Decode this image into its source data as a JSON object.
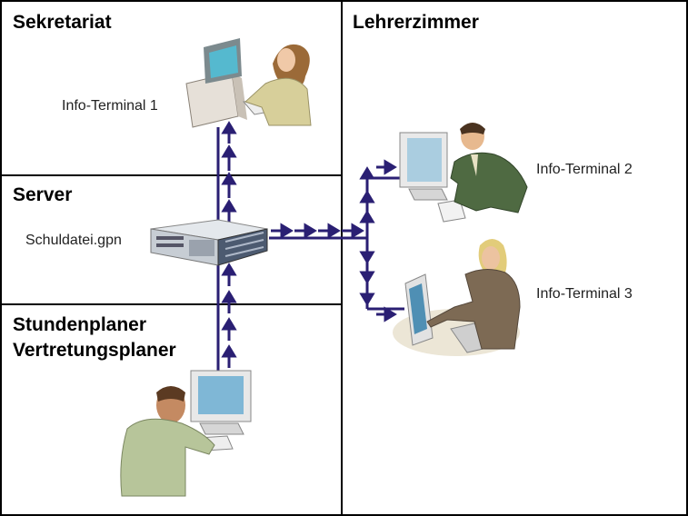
{
  "rooms": {
    "sekretariat": {
      "title": "Sekretariat"
    },
    "lehrerzimmer": {
      "title": "Lehrerzimmer"
    },
    "server": {
      "title": "Server"
    },
    "planer": {
      "title_line1": "Stundenplaner",
      "title_line2": "Vertretungsplaner"
    }
  },
  "nodes": {
    "info_terminal_1": {
      "label": "Info-Terminal 1"
    },
    "server_file": {
      "label": "Schuldatei.gpn"
    },
    "info_terminal_2": {
      "label": "Info-Terminal 2"
    },
    "info_terminal_3": {
      "label": "Info-Terminal 3"
    }
  },
  "colors": {
    "link": "#2a1f73",
    "border": "#000000"
  },
  "icons": [
    "desktop-computer-icon",
    "server-rack-icon",
    "person-at-computer-icon"
  ]
}
